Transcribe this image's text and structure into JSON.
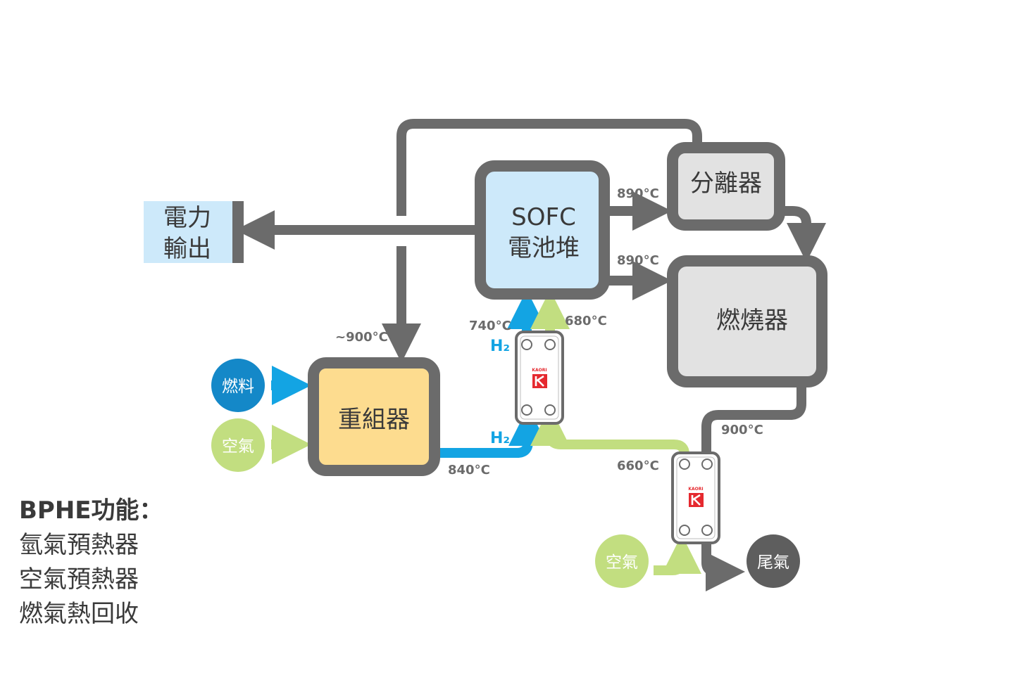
{
  "power_output": {
    "line1": "電力",
    "line2": "輸出"
  },
  "sofc": {
    "line1": "SOFC",
    "line2": "電池堆"
  },
  "separator": {
    "label": "分離器"
  },
  "burner": {
    "label": "燃燒器"
  },
  "reformer": {
    "label": "重組器"
  },
  "inputs": {
    "fuel": "燃料",
    "air_reformer": "空氣",
    "air_lower": "空氣"
  },
  "exhaust": {
    "label": "尾氣"
  },
  "temperatures": {
    "sofc_to_separator": "890°C",
    "sofc_to_burner": "890°C",
    "recycle_to_reformer": "~900°C",
    "h2_to_sofc": "740°C",
    "air_to_sofc": "680°C",
    "reformer_out": "840°C",
    "burner_out": "900°C",
    "air_preheat_out": "660°C"
  },
  "hydrogen": {
    "upper": "H₂",
    "lower": "H₂"
  },
  "bphe_brand": {
    "upper": "KAORI",
    "lower": "KAORI"
  },
  "notes": {
    "title": "BPHE功能：",
    "items": [
      "氫氣預熱器",
      "空氣預熱器",
      "燃氣熱回收"
    ]
  },
  "colors": {
    "frame": "#6b6b6b",
    "power_box": "#cde9fa",
    "sofc_fill": "#cde9fa",
    "unit_fill": "#e2e2e2",
    "reformer_fill": "#fddc8f",
    "hydrogen_flow": "#13a4e3",
    "air_flow": "#c2de80",
    "fuel_circle": "#1488c8",
    "air_circle": "#c2de80",
    "exhaust_circle": "#5e5e5e",
    "brand": "#e5292f"
  }
}
